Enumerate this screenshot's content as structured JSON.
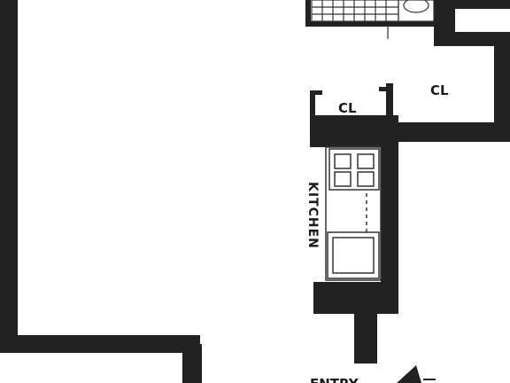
{
  "floor_plan": {
    "rooms": {
      "closet_left": "CL",
      "closet_right": "CL",
      "kitchen": "KITCHEN",
      "entry": "ENTRY"
    },
    "colors": {
      "wall": "#222222",
      "line": "#333333",
      "paper": "#ffffff"
    },
    "icons": [
      "stove-icon",
      "sink-icon",
      "bathroom-tile-icon",
      "entry-arrow-icon"
    ]
  }
}
